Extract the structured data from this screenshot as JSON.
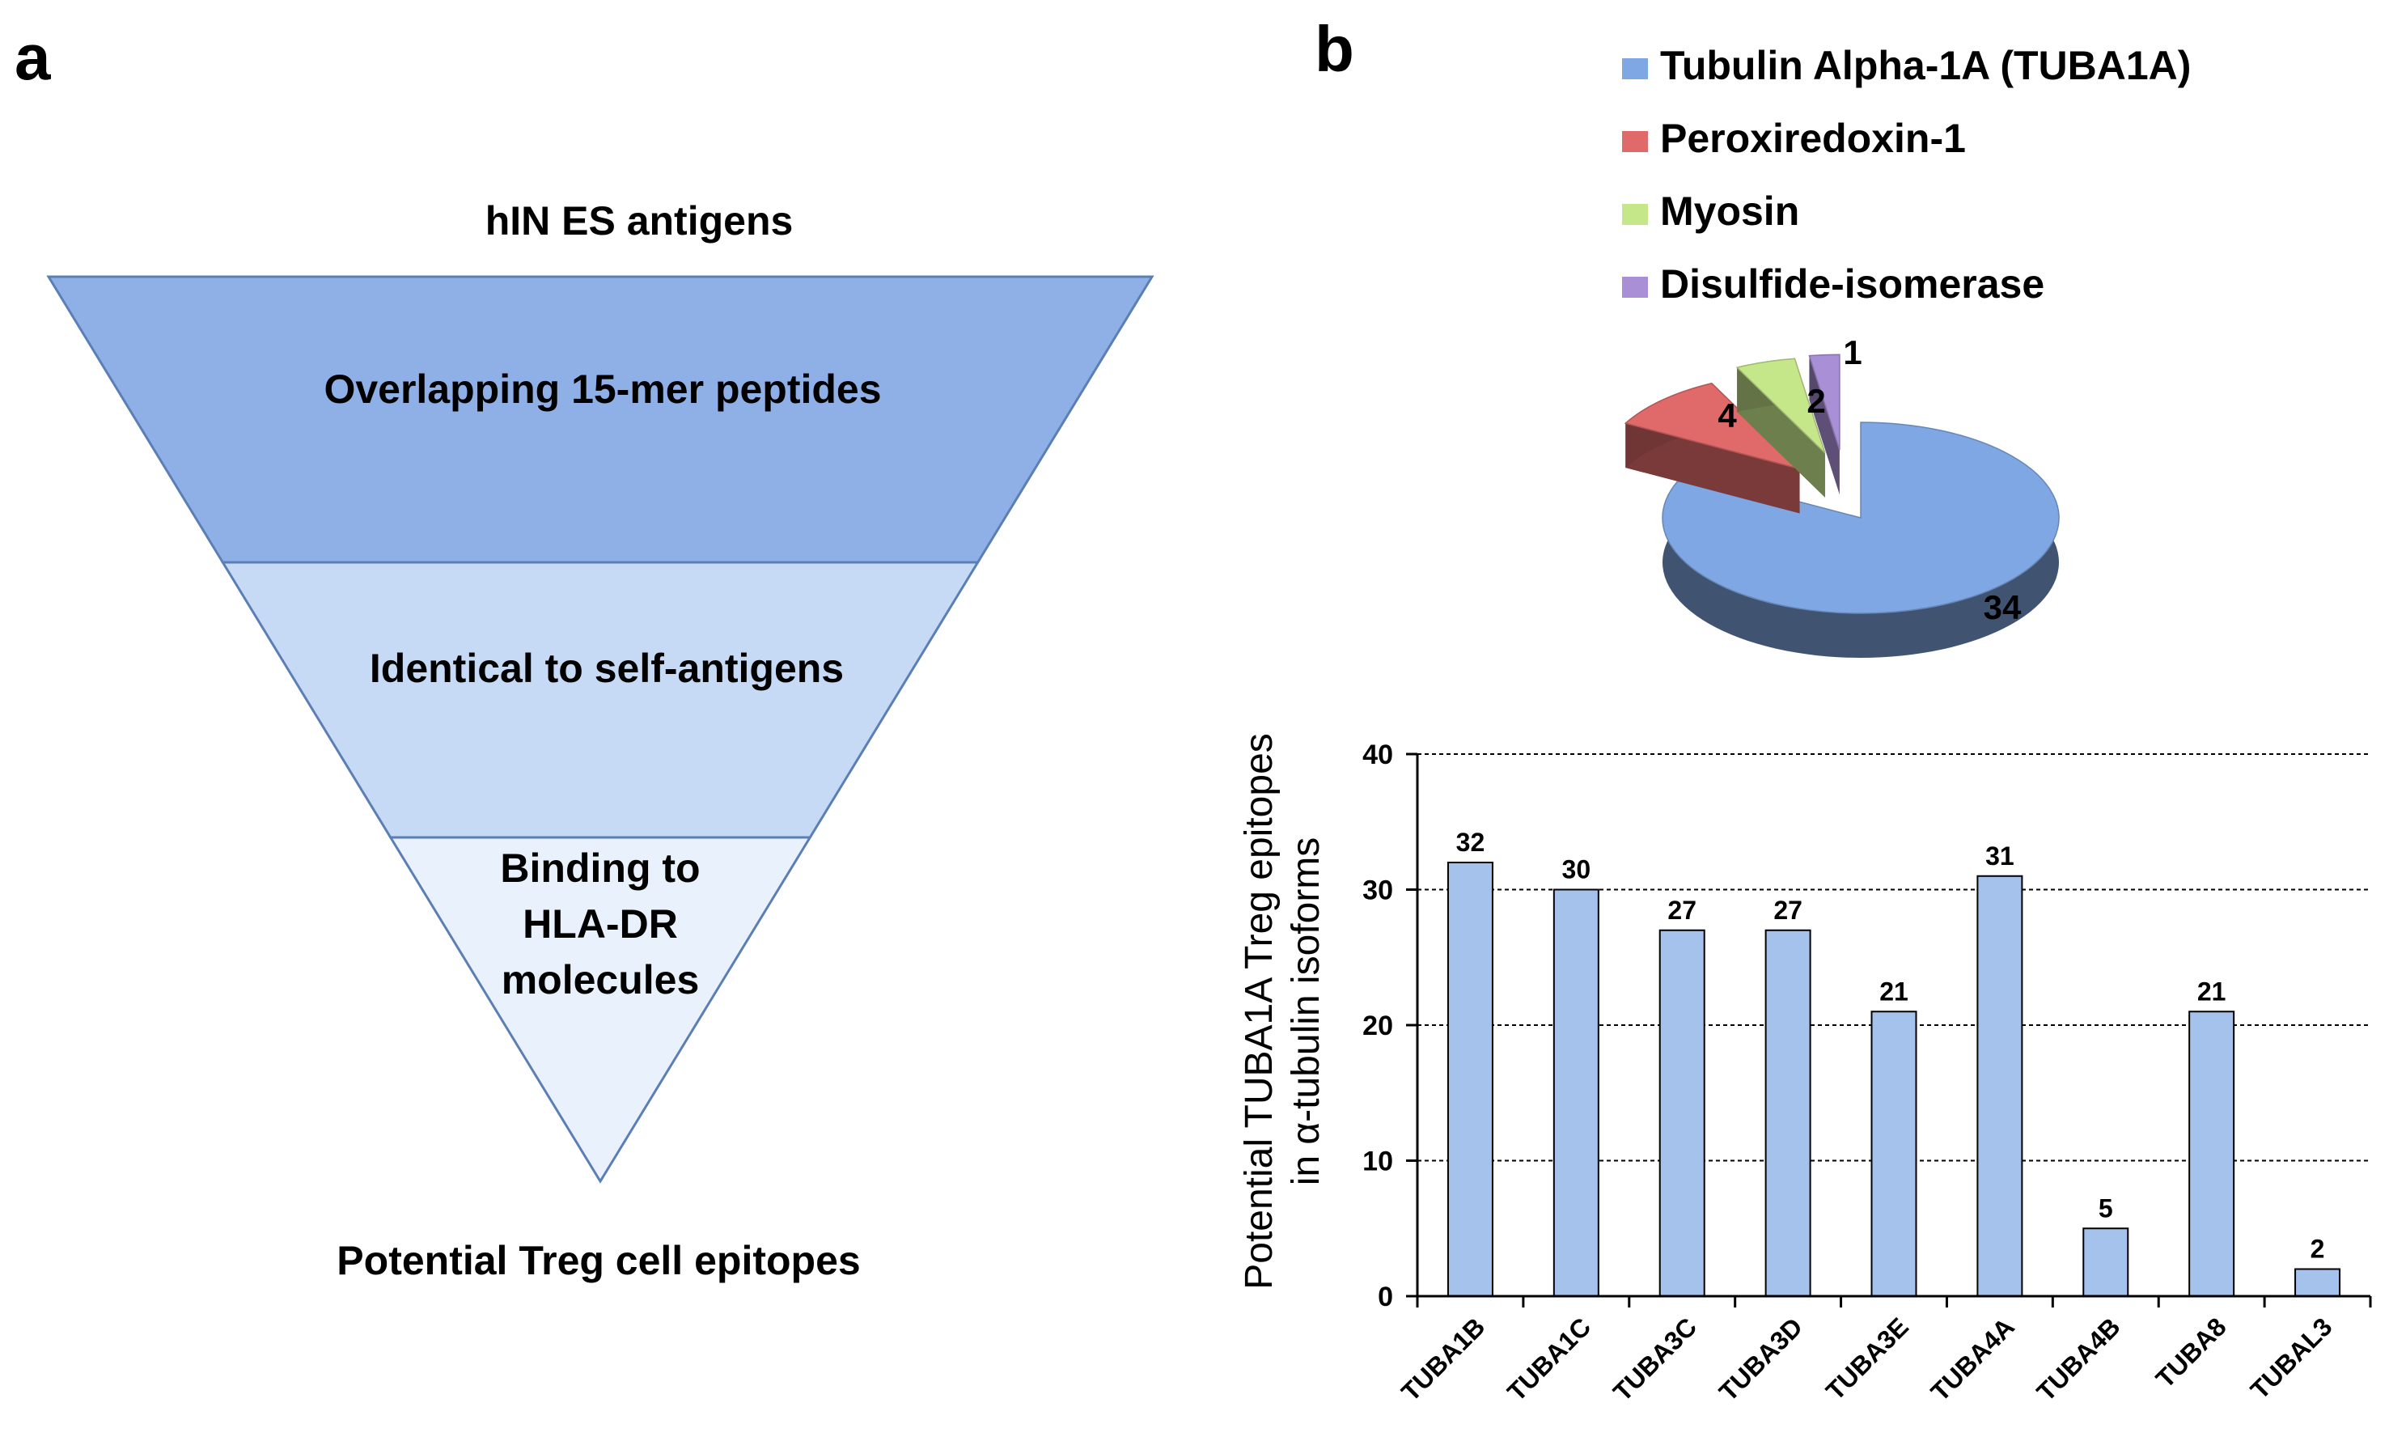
{
  "panel_a": {
    "label": "a",
    "top_text": "hIN ES antigens",
    "bottom_text": "Potential Treg cell epitopes",
    "colors": [
      "#8fb0e6",
      "#c6d9f5",
      "#e9f1fc"
    ],
    "stroke": "#5b7fb5",
    "layers": [
      {
        "lines": [
          "Overlapping 15-mer peptides"
        ]
      },
      {
        "lines": [
          "Identical to self-antigens"
        ]
      },
      {
        "lines": [
          "Binding to",
          "HLA-DR",
          "molecules"
        ]
      }
    ]
  },
  "panel_b": {
    "label": "b"
  },
  "chart_data": [
    {
      "type": "pie",
      "style": "3d-exploded",
      "legend_position": "top",
      "slices": [
        {
          "label": "Tubulin Alpha-1A (TUBA1A)",
          "value": 34,
          "color": "#7fa7e3"
        },
        {
          "label": "Peroxiredoxin-1",
          "value": 4,
          "color": "#e06a6a"
        },
        {
          "label": "Myosin",
          "value": 2,
          "color": "#c6e68a"
        },
        {
          "label": "Disulfide-isomerase",
          "value": 1,
          "color": "#a98fd6"
        }
      ]
    },
    {
      "type": "bar",
      "ylabel_lines": [
        "Potential TUBA1A Treg epitopes",
        "in α-tubulin isoforms"
      ],
      "categories": [
        "TUBA1B",
        "TUBA1C",
        "TUBA3C",
        "TUBA3D",
        "TUBA3E",
        "TUBA4A",
        "TUBA4B",
        "TUBA8",
        "TUBAL3"
      ],
      "values": [
        32,
        30,
        27,
        27,
        21,
        31,
        5,
        21,
        2
      ],
      "ylim": [
        0,
        40
      ],
      "yticks": [
        0,
        10,
        20,
        30,
        40
      ],
      "grid": "dashed-horizontal",
      "bar_color": "#a4c2ec",
      "data_labels": true
    }
  ]
}
